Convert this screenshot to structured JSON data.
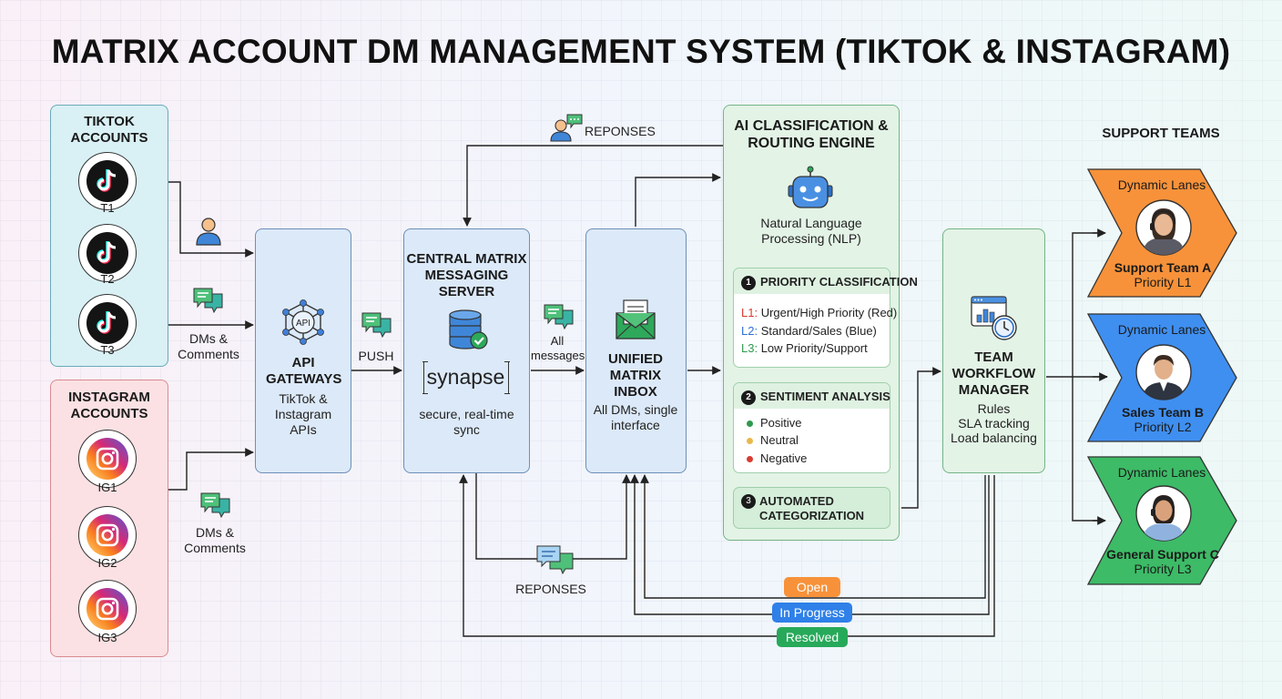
{
  "title": "MATRIX ACCOUNT DM MANAGEMENT SYSTEM (TIKTOK & INSTAGRAM)",
  "tiktok": {
    "heading": "TIKTOK ACCOUNTS",
    "accounts": [
      "T1",
      "T2",
      "T3"
    ]
  },
  "instagram": {
    "heading": "INSTAGRAM ACCOUNTS",
    "accounts": [
      "IG1",
      "IG2",
      "IG3"
    ]
  },
  "edges": {
    "dms_comments_tiktok": "DMs & Comments",
    "dms_comments_instagram": "DMs & Comments",
    "push": "PUSH",
    "all_messages": "All messages",
    "responses_top": "REPONSES",
    "responses_bottom": "REPONSES"
  },
  "api": {
    "title": "API GATEWAYS",
    "subtitle": "TikTok & Instagram APIs",
    "icon_text": "API"
  },
  "server": {
    "title": "CENTRAL MATRIX MESSAGING SERVER",
    "logo": "synapse",
    "subtitle": "secure, real-time sync"
  },
  "inbox": {
    "title": "UNIFIED MATRIX INBOX",
    "subtitle": "All DMs, single interface"
  },
  "ai": {
    "title": "AI CLASSIFICATION & ROUTING ENGINE",
    "nlp": "Natural Language Processing (NLP)",
    "priority": {
      "num": "1",
      "heading": "PRIORITY CLASSIFICATION",
      "levels": [
        {
          "code": "L1:",
          "text": " Urgent/High Priority (Red)"
        },
        {
          "code": "L2:",
          "text": " Standard/Sales (Blue)"
        },
        {
          "code": "L3:",
          "text": " Low Priority/Support"
        }
      ]
    },
    "sentiment": {
      "num": "2",
      "heading": "SENTIMENT ANALYSIS",
      "items": [
        "Positive",
        "Neutral",
        "Negative"
      ]
    },
    "categorization": {
      "num": "3",
      "heading": "AUTOMATED CATEGORIZATION"
    }
  },
  "workflow": {
    "title": "TEAM WORKFLOW MANAGER",
    "items": [
      "Rules",
      "SLA tracking",
      "Load balancing"
    ]
  },
  "teams": {
    "heading": "SUPPORT TEAMS",
    "list": [
      {
        "lane": "Dynamic Lanes",
        "name": "Support Team A",
        "priority": "Priority L1",
        "color": "#f7923a"
      },
      {
        "lane": "Dynamic Lanes",
        "name": "Sales Team B",
        "priority": "Priority L2",
        "color": "#3f8ff0"
      },
      {
        "lane": "Dynamic Lanes",
        "name": "General Support C",
        "priority": "Priority L3",
        "color": "#3dbb67"
      }
    ]
  },
  "statuses": [
    {
      "label": "Open",
      "color": "#f7923a"
    },
    {
      "label": "In Progress",
      "color": "#2f80e8"
    },
    {
      "label": "Resolved",
      "color": "#27a95a"
    }
  ],
  "colors": {
    "tiktok_panel": "#d9f0f5",
    "instagram_panel": "#fbe1e3",
    "blue_panel": "#dce9f8",
    "green_panel": "#e3f3e6",
    "red": "#d93b30",
    "blue": "#2f6fd6",
    "green": "#2e9a4e"
  }
}
